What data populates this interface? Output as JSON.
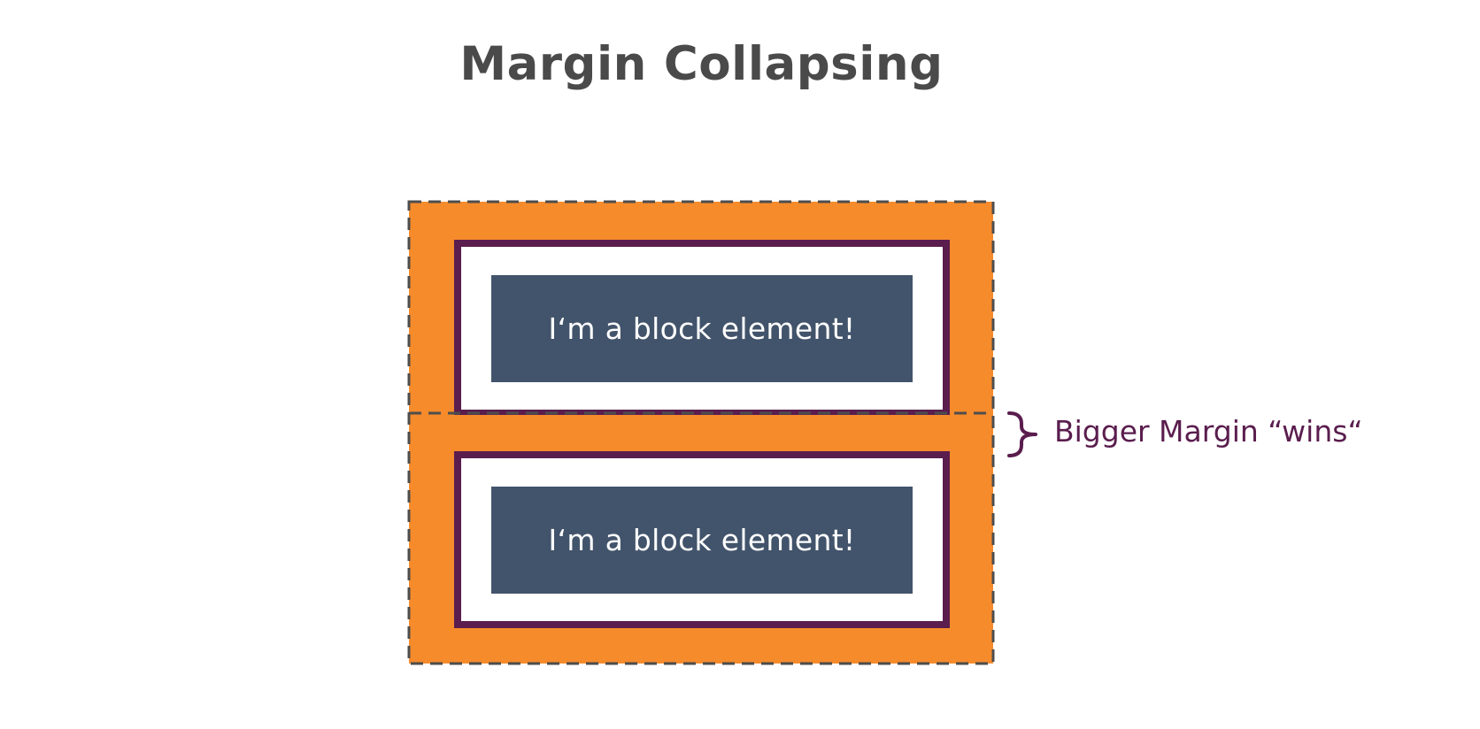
{
  "title": "Margin Collapsing",
  "blocks": [
    {
      "label": "I‘m a block element!"
    },
    {
      "label": "I‘m a block element!"
    }
  ],
  "annotation": "Bigger Margin “wins“",
  "colors": {
    "margin": "#f68b2c",
    "border": "#5a1d4e",
    "padding": "#ffffff",
    "content": "#42546b",
    "dashed_outline": "#4d4d4d",
    "title": "#4a4a4a"
  }
}
